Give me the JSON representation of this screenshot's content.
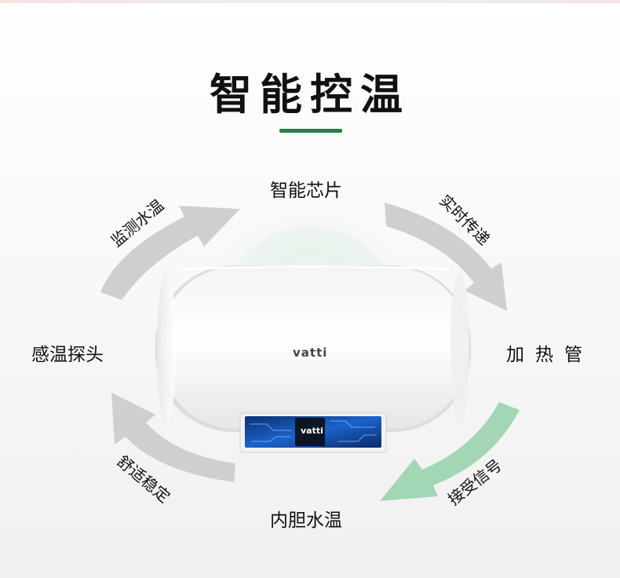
{
  "title": "智能控温",
  "brand": "vatti",
  "panel_brand": "vatti",
  "cycle": {
    "top": "智能芯片",
    "right": "加热管",
    "bottom": "内胆水温",
    "left": "感温探头",
    "top_right": "实时传递",
    "bottom_right": "接受信号",
    "bottom_left": "舒适稳定",
    "top_left": "监测水温"
  },
  "colors": {
    "title_underline": "#2e7d4f",
    "arrow_gray": "#cfcfcf",
    "arrow_green": "#a3d6b5",
    "display_panel": "#0a3a8a"
  }
}
